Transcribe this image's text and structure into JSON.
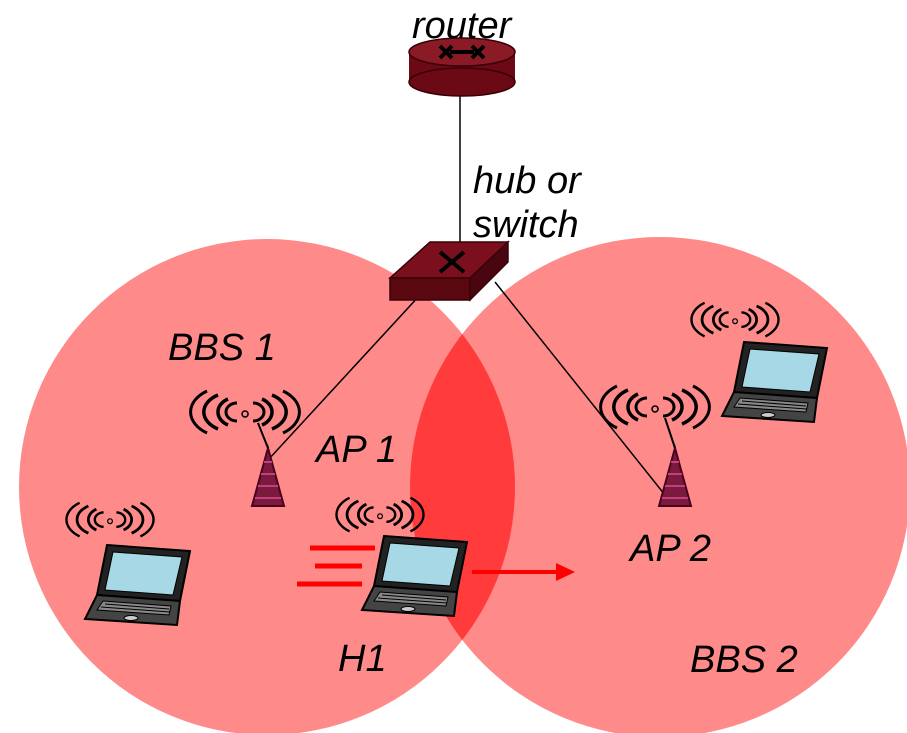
{
  "labels": {
    "router": "router",
    "hub_line1": "hub or",
    "hub_line2": "switch",
    "bbs1": "BBS 1",
    "bbs2": "BBS 2",
    "ap1": "AP 1",
    "ap2": "AP 2",
    "h1": "H1"
  },
  "nodes": {
    "router": {
      "icon": "router-icon"
    },
    "switch": {
      "icon": "switch-icon"
    },
    "ap1": {
      "icon": "access-point-icon"
    },
    "ap2": {
      "icon": "access-point-icon"
    },
    "laptops": [
      {
        "id": "laptop-bbs1",
        "icon": "laptop-icon"
      },
      {
        "id": "laptop-h1",
        "icon": "laptop-icon"
      },
      {
        "id": "laptop-bbs2",
        "icon": "laptop-icon"
      }
    ]
  },
  "colors": {
    "cell_fill": "#ff8a8a",
    "overlap_fill": "#ff3b3b",
    "device_dark": "#6b0a14",
    "motion_red": "#ff0000",
    "screen": "#a6d8e6"
  }
}
